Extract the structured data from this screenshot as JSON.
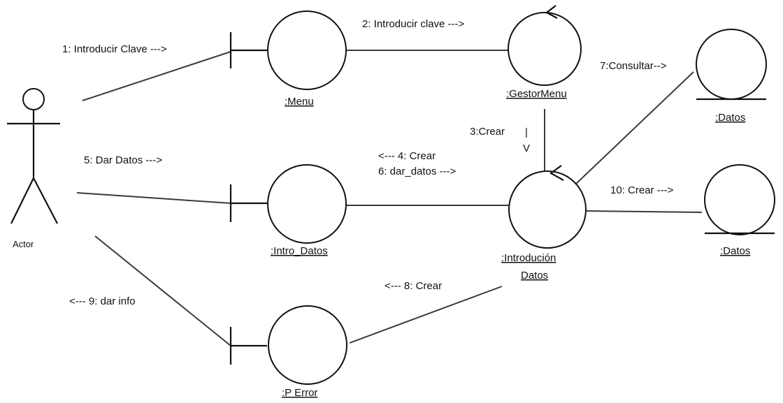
{
  "actor": {
    "label": "Actor"
  },
  "objects": {
    "menu": ":Menu",
    "gestor_menu": ":GestorMenu",
    "datos_1": ":Datos",
    "intro_datos": ":Intro_Datos",
    "introducion_datos_line1": ":Introdución",
    "introducion_datos_line2": "Datos",
    "datos_2": ":Datos",
    "p_error": ":P Error"
  },
  "messages": {
    "m1": "1: Introducir Clave --->",
    "m2": "2: Introducir clave --->",
    "m3": "3:Crear",
    "m3_arrow": "|",
    "m3_arrowhead": "V",
    "m4": "<--- 4: Crear",
    "m5": "5: Dar Datos --->",
    "m6": "6: dar_datos --->",
    "m7": "7:Consultar-->",
    "m8": "<--- 8: Crear",
    "m9": "<--- 9: dar info",
    "m10": "10: Crear --->"
  }
}
